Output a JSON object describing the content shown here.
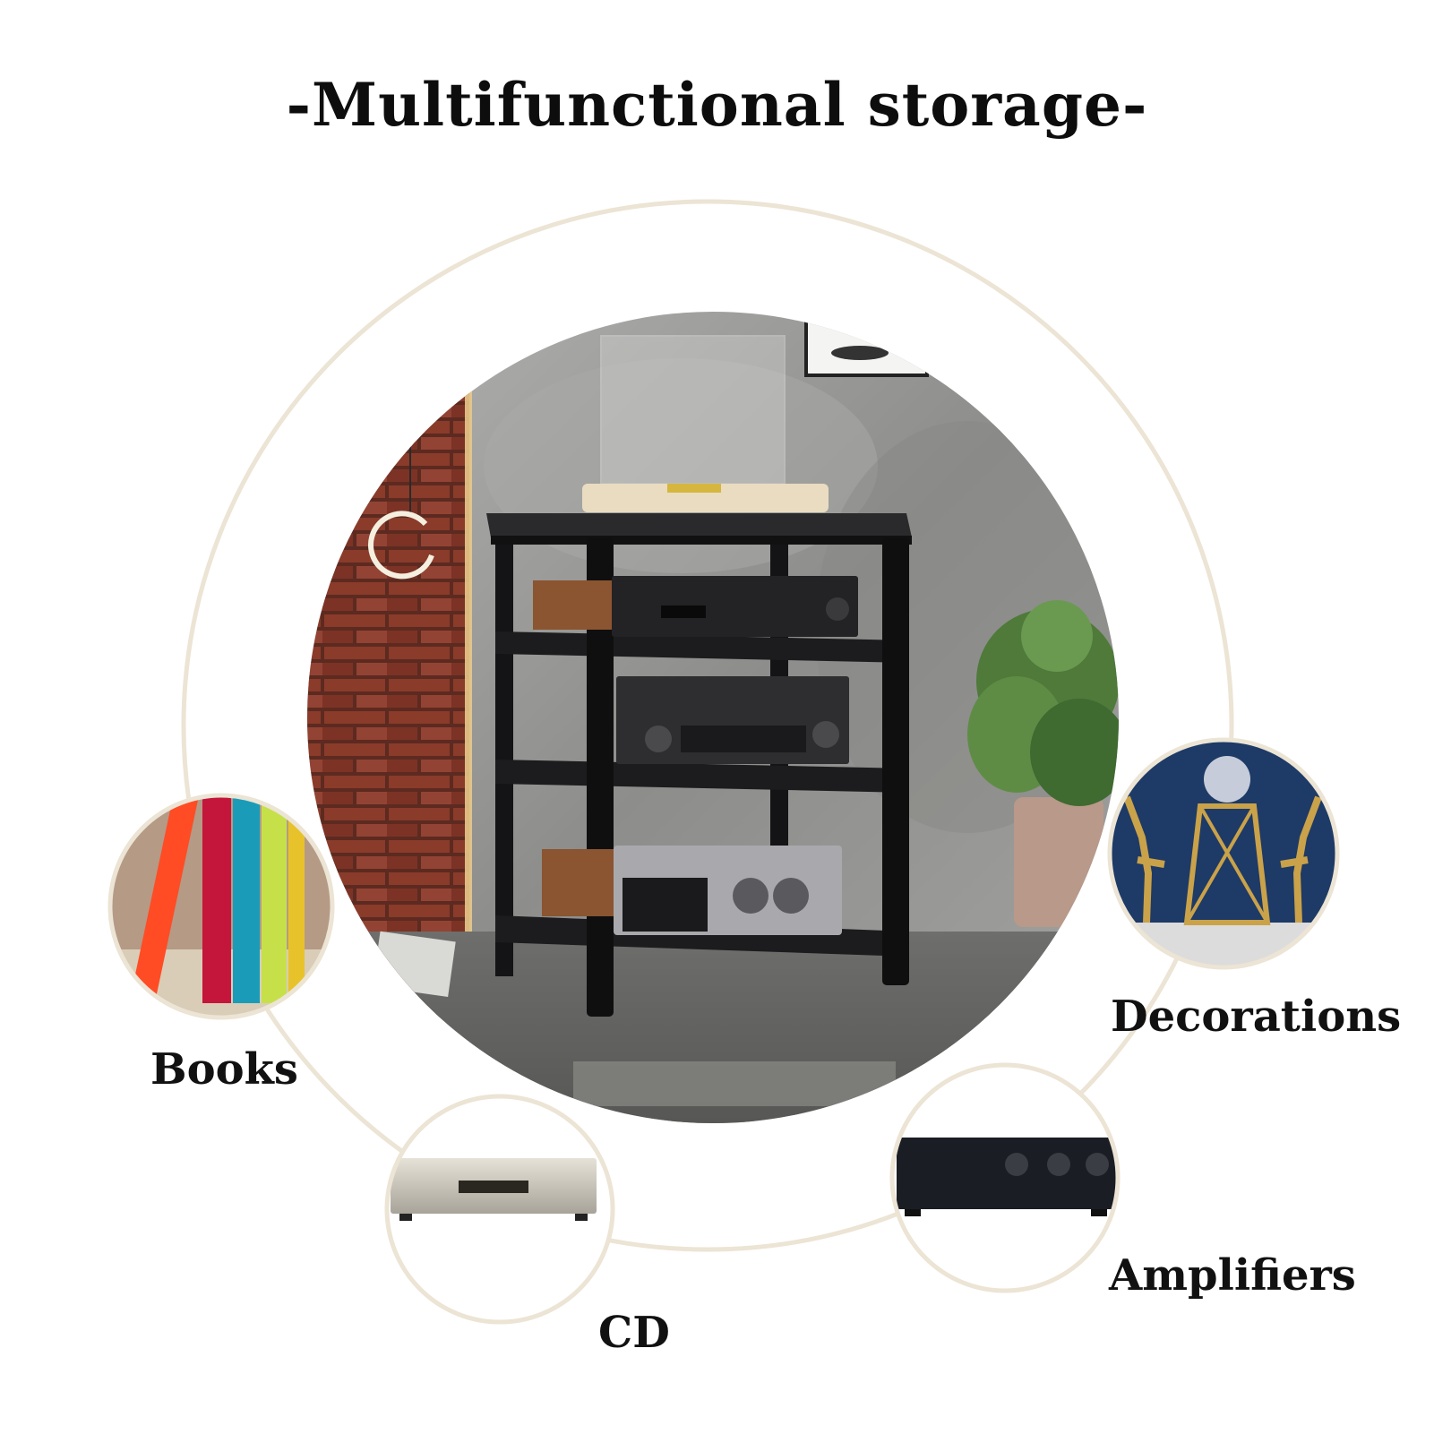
{
  "title": "-Multifunctional storage-",
  "categories": {
    "books": "Books",
    "cd": "CD",
    "decorations": "Decorations",
    "amplifiers": "Amplifiers"
  },
  "colors": {
    "ring": "#ece4d4",
    "shelf": "#1c1c1e",
    "brick": "#8a3b2a",
    "wall": "#9c9c9c",
    "navy": "#1e3a66",
    "gold": "#c9a24a"
  }
}
